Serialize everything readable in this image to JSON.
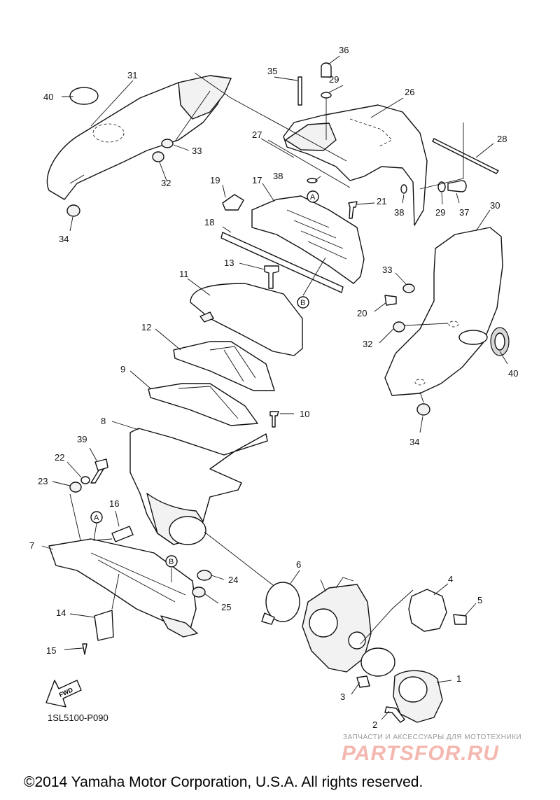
{
  "callouts": [
    {
      "n": "1"
    },
    {
      "n": "2"
    },
    {
      "n": "3"
    },
    {
      "n": "4"
    },
    {
      "n": "5"
    },
    {
      "n": "6"
    },
    {
      "n": "7"
    },
    {
      "n": "8"
    },
    {
      "n": "9"
    },
    {
      "n": "10"
    },
    {
      "n": "11"
    },
    {
      "n": "12"
    },
    {
      "n": "13"
    },
    {
      "n": "14"
    },
    {
      "n": "15"
    },
    {
      "n": "16"
    },
    {
      "n": "17"
    },
    {
      "n": "18"
    },
    {
      "n": "19"
    },
    {
      "n": "20"
    },
    {
      "n": "21"
    },
    {
      "n": "22"
    },
    {
      "n": "23"
    },
    {
      "n": "24"
    },
    {
      "n": "25"
    },
    {
      "n": "26"
    },
    {
      "n": "27"
    },
    {
      "n": "28"
    },
    {
      "n": "29"
    },
    {
      "n": "29"
    },
    {
      "n": "30"
    },
    {
      "n": "31"
    },
    {
      "n": "32"
    },
    {
      "n": "32"
    },
    {
      "n": "33"
    },
    {
      "n": "33"
    },
    {
      "n": "34"
    },
    {
      "n": "34"
    },
    {
      "n": "35"
    },
    {
      "n": "36"
    },
    {
      "n": "37"
    },
    {
      "n": "38"
    },
    {
      "n": "38"
    },
    {
      "n": "39"
    },
    {
      "n": "40"
    },
    {
      "n": "40"
    }
  ],
  "refs": {
    "a": "A",
    "b": "B"
  },
  "fwd_label": "FWD",
  "diagram_code": "1SL5100-P090",
  "watermark": {
    "caption": "ЗАПЧАСТИ И АКСЕССУАРЫ ДЛЯ МОТОТЕХНИКИ",
    "brand": "PARTSFOR.RU"
  },
  "copyright": "©2014 Yamaha Motor Corporation, U.S.A. All rights reserved.",
  "colors": {
    "ink": "#111111",
    "watermark": "#f4b8b0",
    "caption": "#9a9a9a"
  }
}
